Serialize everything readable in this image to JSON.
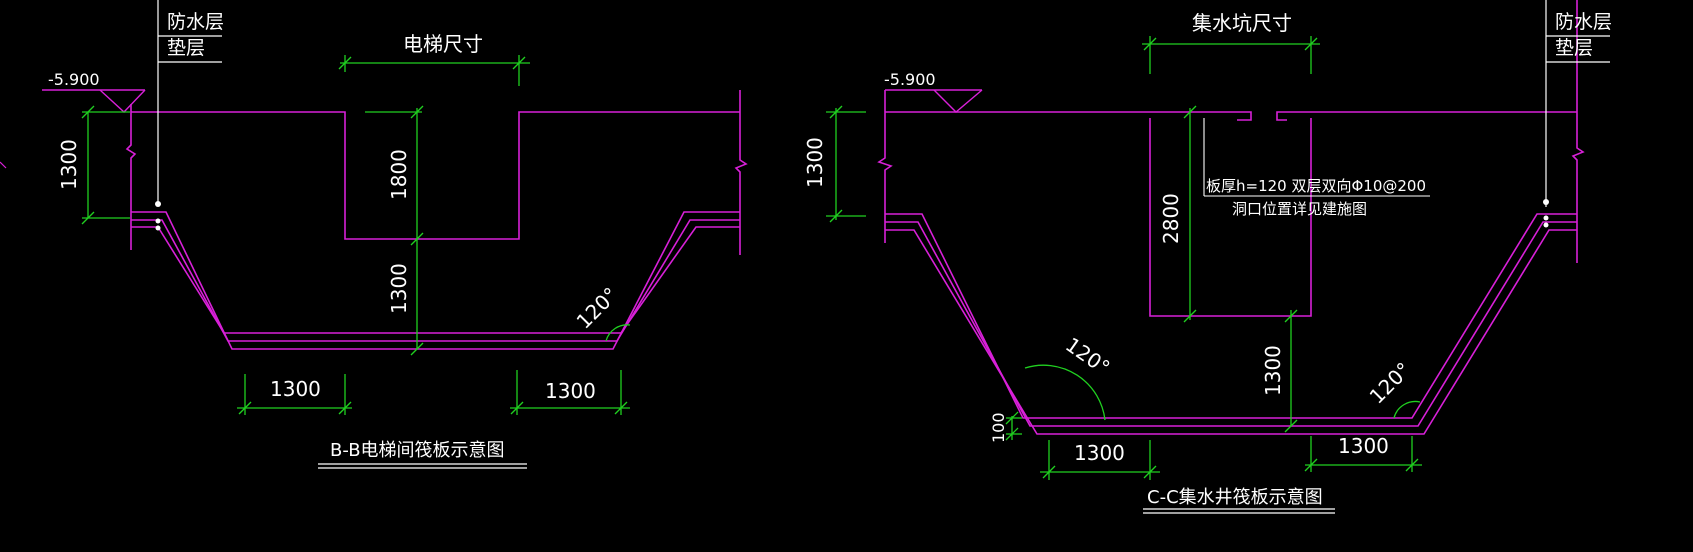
{
  "colors": {
    "background": "#000000",
    "outline": "#d820d8",
    "dimension": "#20d020",
    "text": "#ffffff",
    "leader": "#ffffff"
  },
  "left_section": {
    "title": "B-B电梯间筏板示意图",
    "layer_waterproof": "防水层",
    "layer_cushion": "垫层",
    "elevation": "-5.900",
    "dim_top": "电梯尺寸",
    "dim_1800": "1800",
    "dim_1300_inner": "1300",
    "dim_1300_side": "1300",
    "dim_1300_bottom_left": "1300",
    "dim_1300_bottom_right": "1300",
    "angle": "120°"
  },
  "right_section": {
    "title": "C-C集水井筏板示意图",
    "layer_waterproof": "防水层",
    "layer_cushion": "垫层",
    "elevation": "-5.900",
    "dim_top": "集水坑尺寸",
    "dim_2800": "2800",
    "dim_1300_inner": "1300",
    "dim_1300_side": "1300",
    "dim_1300_bottom_left": "1300",
    "dim_1300_bottom_right": "1300",
    "dim_100": "100",
    "angle_left": "120°",
    "angle_right": "120°",
    "note_line1": "板厚h=120 双层双向Φ10@200",
    "note_line2": "洞口位置详见建施图"
  }
}
